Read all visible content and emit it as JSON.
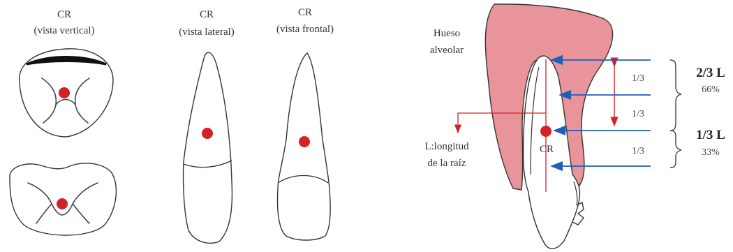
{
  "colors": {
    "bone": "#E8949A",
    "point": "#D42027",
    "arrow_blue": "#1F5FB8",
    "arrow_red": "#D42027",
    "outline": "#333333"
  },
  "left_panel": {
    "vertical": {
      "title": "CR",
      "subtitle": "(vista vertical)"
    },
    "lateral": {
      "title": "CR",
      "subtitle": "(vista lateral)"
    },
    "frontal": {
      "title": "CR",
      "subtitle": "(vista frontal)"
    }
  },
  "right_panel": {
    "bone_label_1": "Hueso",
    "bone_label_2": "alveolar",
    "root_label_1": "L:longitud",
    "root_label_2": "de la raíz",
    "center_label": "CR",
    "fractions": [
      "1/3",
      "1/3",
      "1/3"
    ],
    "upper_ratio": "2/3 L",
    "upper_pct": "66%",
    "lower_ratio": "1/3 L",
    "lower_pct": "33%"
  }
}
